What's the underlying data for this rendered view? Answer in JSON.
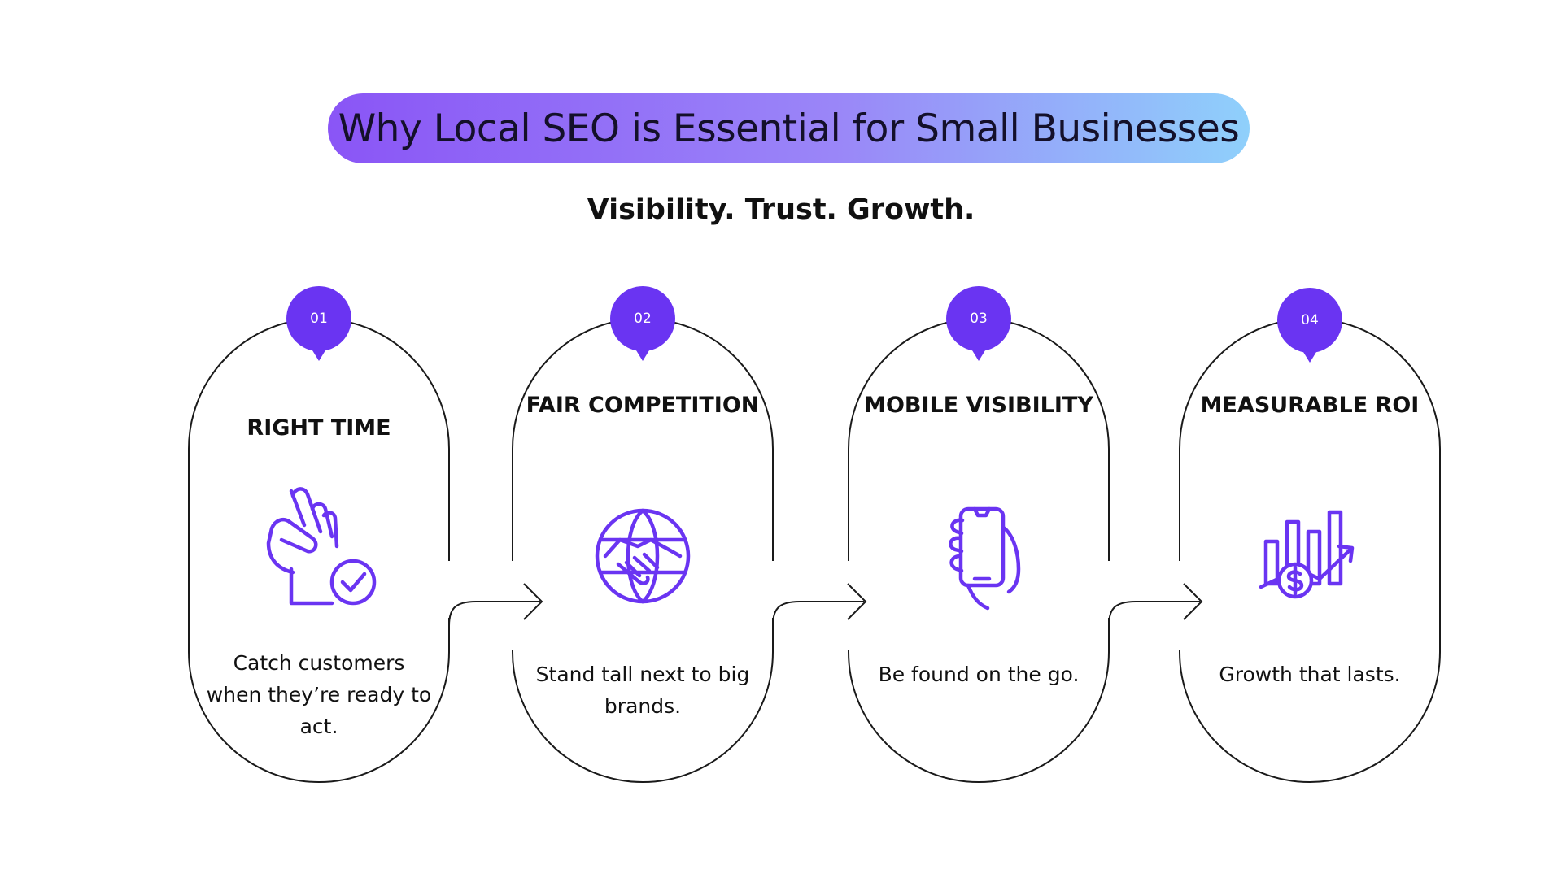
{
  "title": "Why Local SEO is Essential for Small Businesses",
  "subtitle": "Visibility. Trust. Growth.",
  "colors": {
    "accent": "#6a34f2",
    "outline": "#1a1a1a",
    "title_gradient_start": "#8a55f6",
    "title_gradient_end": "#8fd0fb"
  },
  "steps": [
    {
      "number": "01",
      "heading": "RIGHT TIME",
      "icon": "ok-hand-check-icon",
      "description": "Catch customers when they’re ready to act."
    },
    {
      "number": "02",
      "heading": "FAIR COMPETITION",
      "icon": "globe-handshake-icon",
      "description": "Stand tall next to big brands."
    },
    {
      "number": "03",
      "heading": "MOBILE VISIBILITY",
      "icon": "hand-smartphone-icon",
      "description": "Be found on the go."
    },
    {
      "number": "04",
      "heading": "MEASURABLE ROI",
      "icon": "growth-chart-dollar-icon",
      "description": "Growth that lasts."
    }
  ]
}
